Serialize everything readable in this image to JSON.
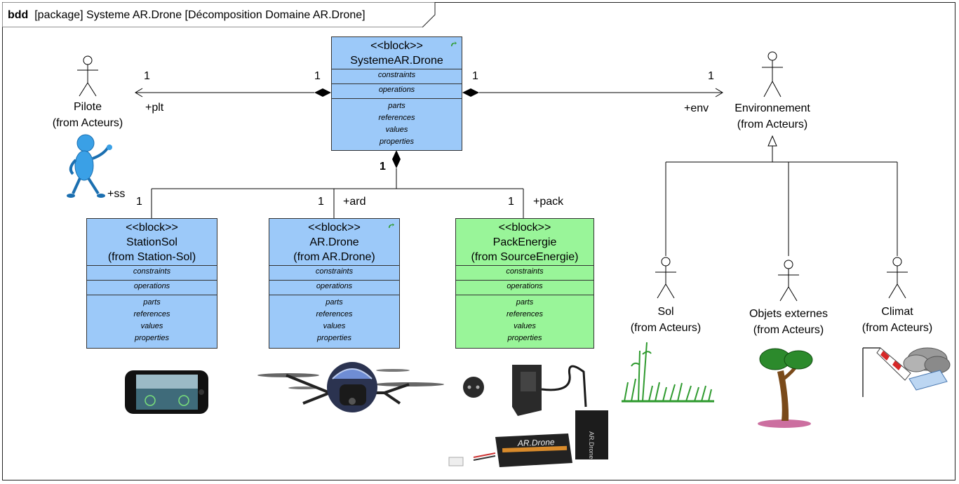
{
  "frame": {
    "kind": "bdd",
    "title": "[package] Systeme AR.Drone [Décomposition Domaine AR.Drone]"
  },
  "compartments": {
    "constraints": "constraints",
    "operations": "operations",
    "parts": "parts",
    "references": "references",
    "values": "values",
    "properties": "properties"
  },
  "blocks": {
    "systeme": {
      "stereotype": "<<block>>",
      "name": "SystemeAR.Drone",
      "from": ""
    },
    "station": {
      "stereotype": "<<block>>",
      "name": "StationSol",
      "from": "(from Station-Sol)"
    },
    "drone": {
      "stereotype": "<<block>>",
      "name": "AR.Drone",
      "from": "(from AR.Drone)"
    },
    "pack": {
      "stereotype": "<<block>>",
      "name": "PackEnergie",
      "from": "(from SourceEnergie)"
    }
  },
  "actors": {
    "pilote": {
      "name": "Pilote",
      "from": "(from Acteurs)"
    },
    "environnement": {
      "name": "Environnement",
      "from": "(from Acteurs)"
    },
    "sol": {
      "name": "Sol",
      "from": "(from Acteurs)"
    },
    "objets": {
      "name": "Objets externes",
      "from": "(from Acteurs)"
    },
    "climat": {
      "name": "Climat",
      "from": "(from Acteurs)"
    }
  },
  "associations": {
    "plt": {
      "role": "+plt",
      "mult_end": "1",
      "mult_owner": "1"
    },
    "env": {
      "role": "+env",
      "mult_end": "1",
      "mult_owner": "1"
    },
    "ss": {
      "role": "+ss",
      "mult_end": "1"
    },
    "ard": {
      "role": "+ard",
      "mult_end": "1"
    },
    "pack": {
      "role": "+pack",
      "mult_end": "1"
    },
    "composite_mult": "1"
  },
  "colors": {
    "block_blue": "#9cc9f9",
    "block_green": "#99f599"
  },
  "icons": [
    "linked-element-icon",
    "stick-figure-actor-icon",
    "smartphone-icon",
    "quadcopter-icon",
    "power-adapter-icon",
    "battery-icon",
    "grass-icon",
    "tree-icon",
    "windsock-icon",
    "cloud-icon"
  ]
}
